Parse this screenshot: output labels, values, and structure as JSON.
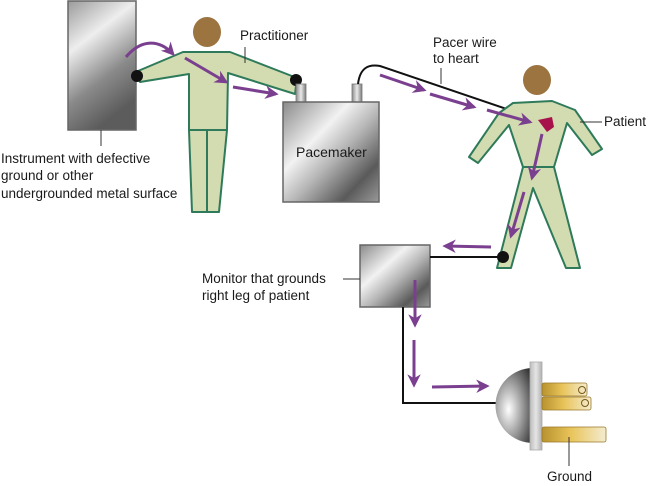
{
  "diagram": {
    "title": "Microshock hazard pathway through pacemaker patient",
    "labels": {
      "practitioner": "Practitioner",
      "pacer_wire_line1": "Pacer wire",
      "pacer_wire_line2": "to heart",
      "patient": "Patient",
      "pacemaker": "Pacemaker",
      "instrument_line1": "Instrument with defective",
      "instrument_line2": "ground or other",
      "instrument_line3": "undergrounded metal surface",
      "monitor_line1": "Monitor that grounds",
      "monitor_line2": "right leg of patient",
      "ground": "Ground"
    },
    "colors": {
      "body_fill": "#d3dbb0",
      "body_stroke": "#2e7a5a",
      "head": "#9b7440",
      "arrow": "#7b3f8f",
      "heart": "#a8124a",
      "wire": "#111111",
      "prong_gold": "#d9b44a"
    },
    "current_path": [
      "Instrument",
      "Practitioner",
      "Pacemaker",
      "Pacer wire",
      "Patient heart",
      "Patient right leg",
      "Monitor",
      "Ground"
    ]
  }
}
